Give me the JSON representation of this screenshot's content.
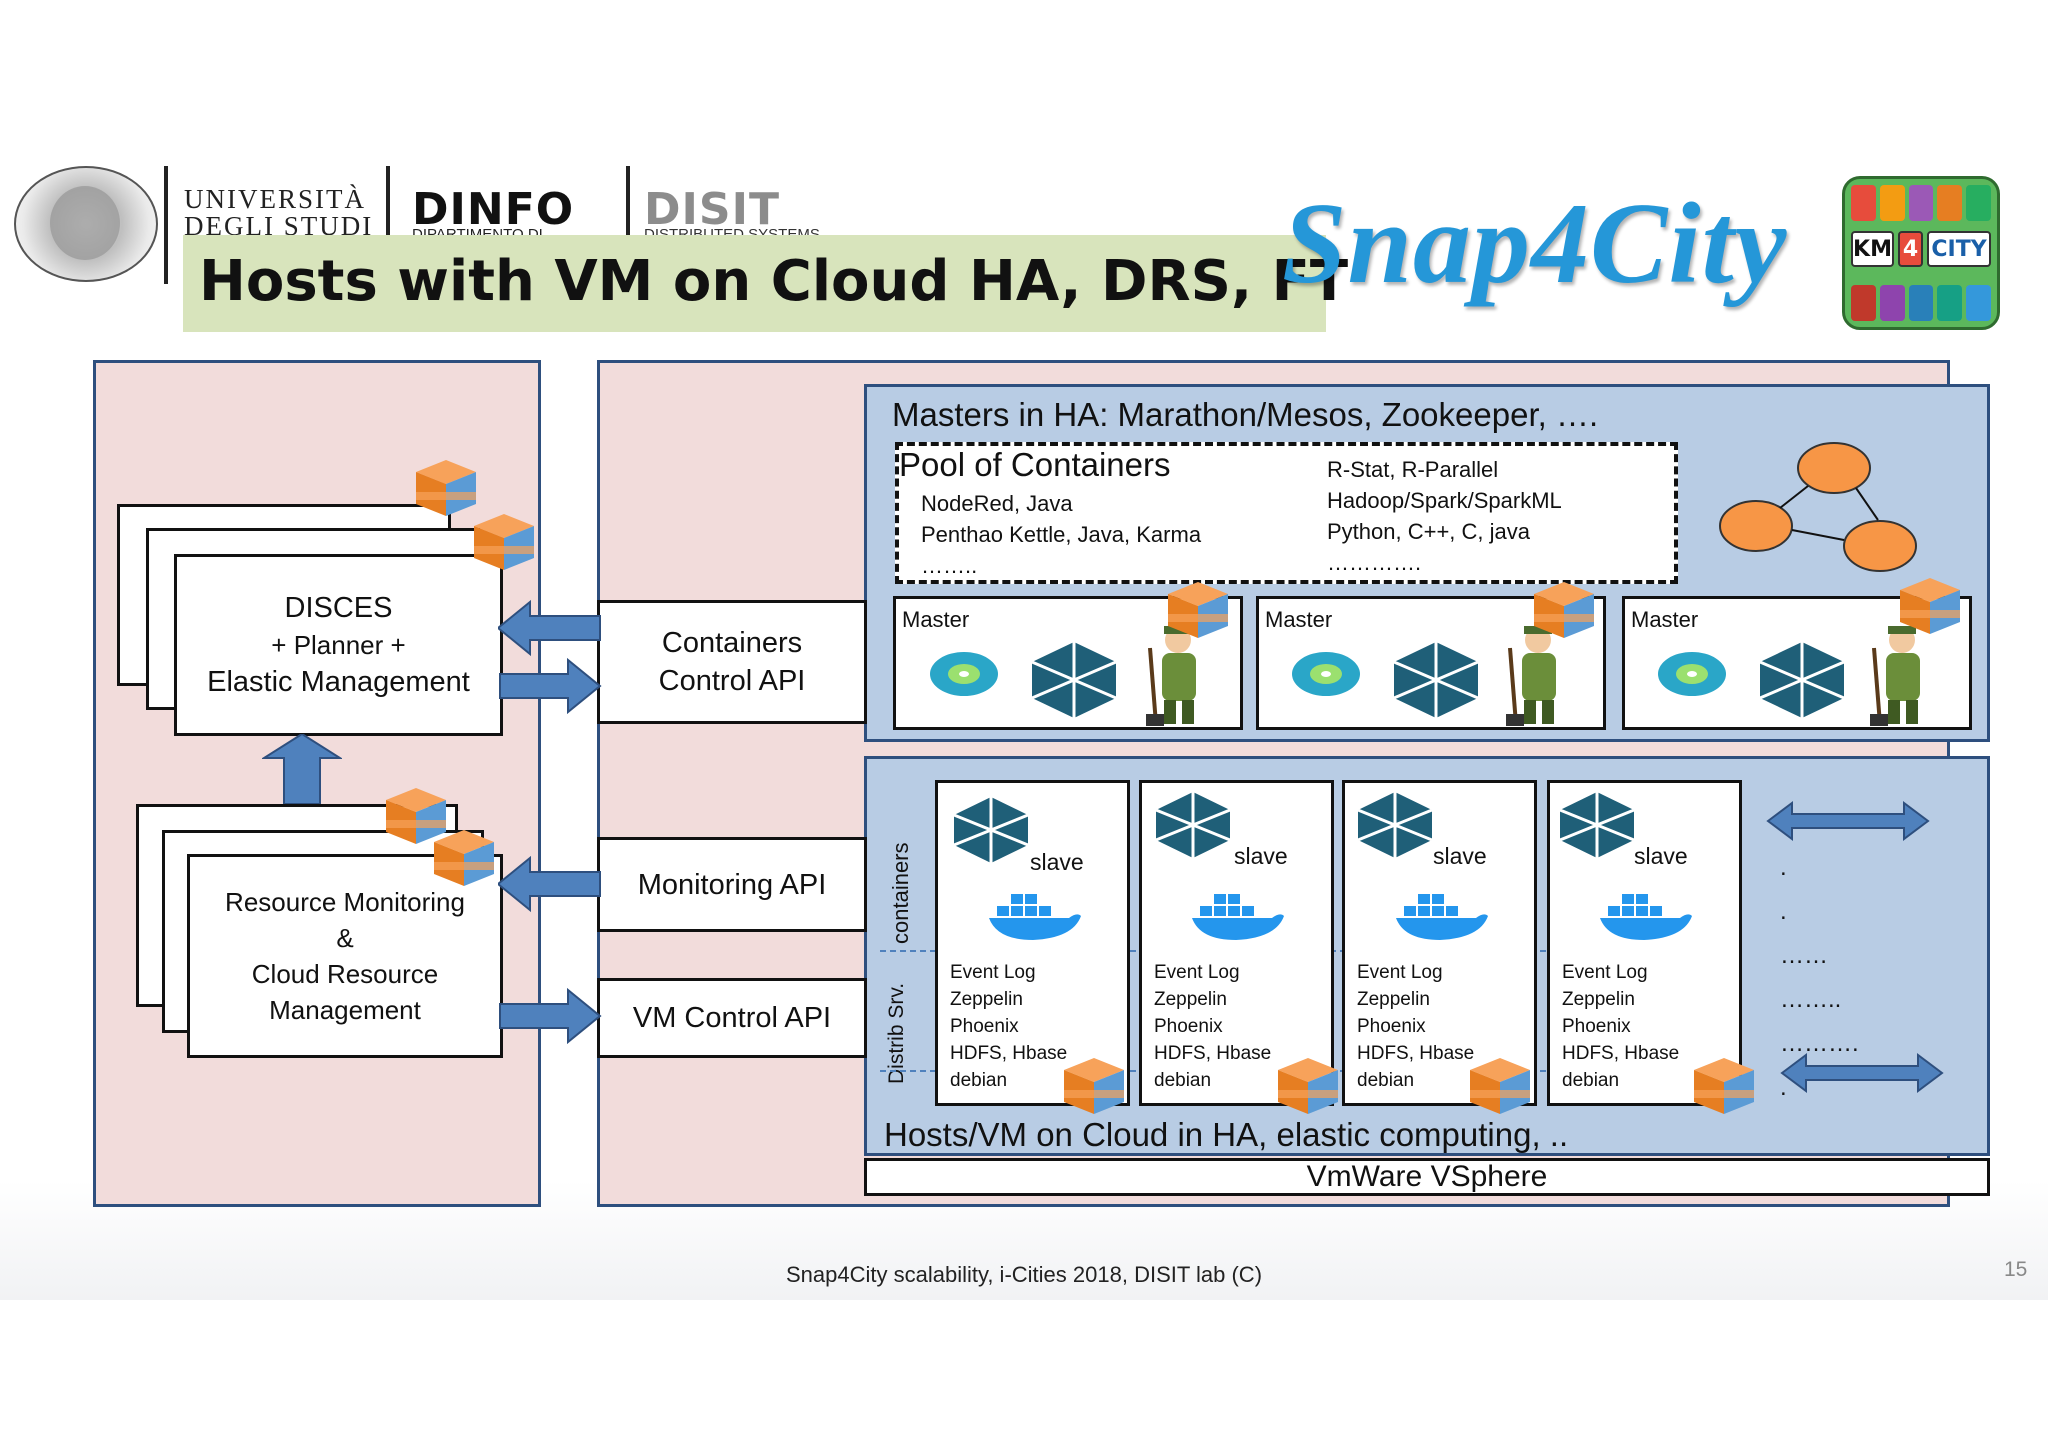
{
  "header": {
    "university_lines": [
      "UNIVERSITÀ",
      "DEGLI STUDI"
    ],
    "dinfo": "DINFO",
    "dinfo_sub": "DIPARTIMENTO DI",
    "disit": "DISIT",
    "disit_sub": "DISTRIBUTED SYSTEMS",
    "title": "Hosts with VM on Cloud HA, DRS, FT",
    "brand": "Snap4City",
    "km4city": [
      "KM",
      "4",
      "CITY"
    ]
  },
  "left_panel": {
    "disces": [
      "DISCES",
      "+ Planner +",
      "Elastic Management"
    ],
    "resource": [
      "Resource Monitoring",
      "&",
      "Cloud Resource",
      "Management"
    ]
  },
  "apis": {
    "containers": [
      "Containers",
      "Control API"
    ],
    "monitoring": "Monitoring API",
    "vm_control": "VM Control API"
  },
  "masters": {
    "heading": "Masters in HA: Marathon/Mesos, Zookeeper, ….",
    "pool_title": "Pool of Containers",
    "pool_left": [
      "NodeRed, Java",
      "Penthao Kettle, Java, Karma",
      "…….."
    ],
    "pool_right": [
      "R-Stat, R-Parallel",
      "Hadoop/Spark/SparkML",
      "Python, C++, C, java",
      "…………."
    ],
    "master_label": "Master"
  },
  "hosts": {
    "side_labels": [
      "containers",
      "Distrib Srv."
    ],
    "slave_label": "slave",
    "slave_services": [
      "Event Log",
      "Zeppelin",
      "Phoenix",
      "HDFS, Hbase",
      "debian"
    ],
    "dots": [
      ".",
      ".",
      "……",
      "……..",
      "……….",
      "."
    ],
    "caption": "Hosts/VM on Cloud in HA, elastic computing, ..",
    "vmware": "VmWare VSphere"
  },
  "footer": {
    "text": "Snap4City scalability, i-Cities 2018, DISIT lab (C)",
    "page": "15"
  },
  "colors": {
    "panel_pink": "#f2dcdb",
    "panel_blue": "#b8cce4",
    "title_green": "#d8e4bc",
    "arrow_blue": "#4f81bd",
    "brand_blue": "#2597d8",
    "node_orange": "#f79646"
  }
}
